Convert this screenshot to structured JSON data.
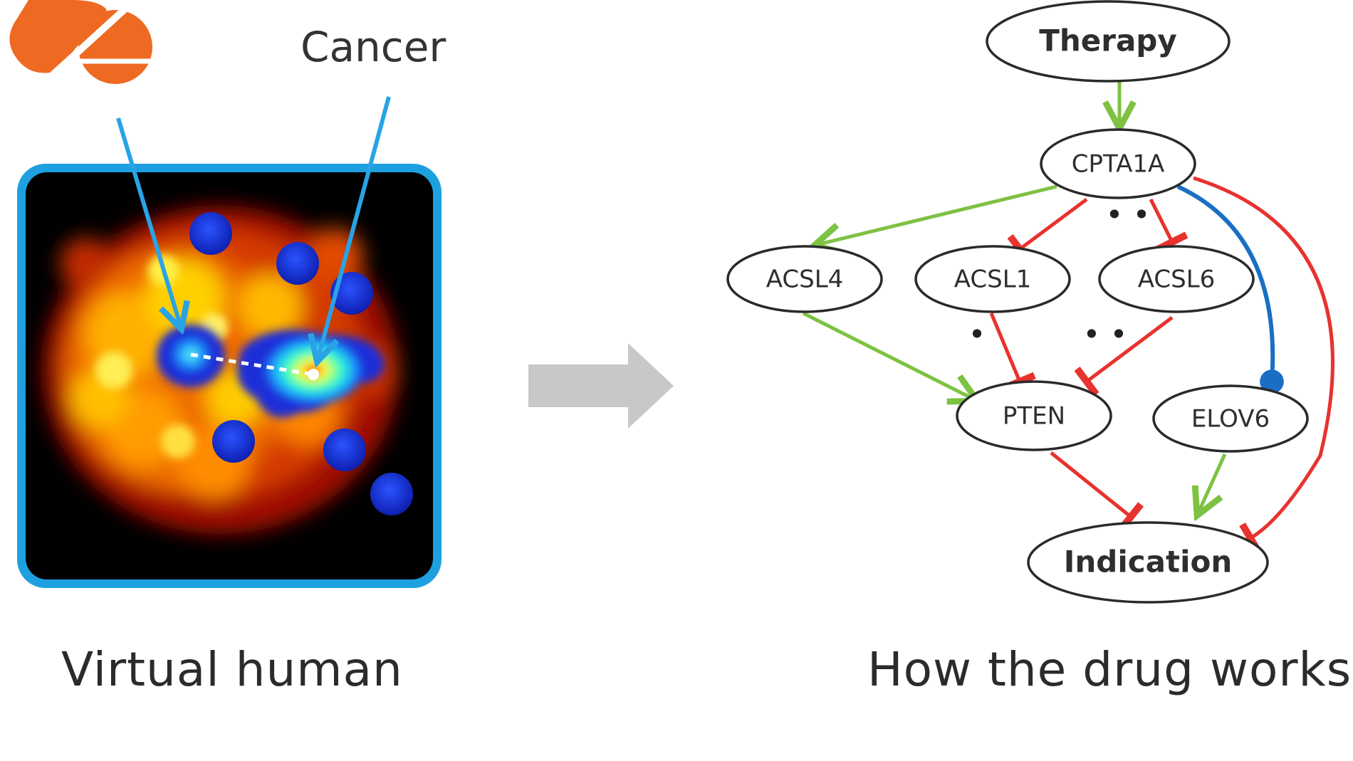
{
  "left_panel": {
    "top_label": "Cancer",
    "caption": "Virtual human"
  },
  "right_panel": {
    "caption": "How the drug works",
    "nodes": {
      "therapy": "Therapy",
      "cptaia": "CPTA1A",
      "acsl4": "ACSL4",
      "acsl1": "ACSL1",
      "acsl6": "ACSL6",
      "pten": "PTEN",
      "elov6": "ELOV6",
      "indication": "Indication"
    },
    "significance_marks": {
      "cpt_to_acsl": "• •",
      "acsl1_to_pten": "•",
      "acsl6_to_pten": "• •"
    }
  },
  "colors": {
    "activation": "#7dc242",
    "inhibition": "#e8322e",
    "blue_link": "#1a6fc4",
    "frame": "#1ea0e0",
    "pill": "#ee6a22",
    "arrow": "#c8c8c8"
  },
  "icons": [
    "pill-icon",
    "process-arrow-icon"
  ]
}
